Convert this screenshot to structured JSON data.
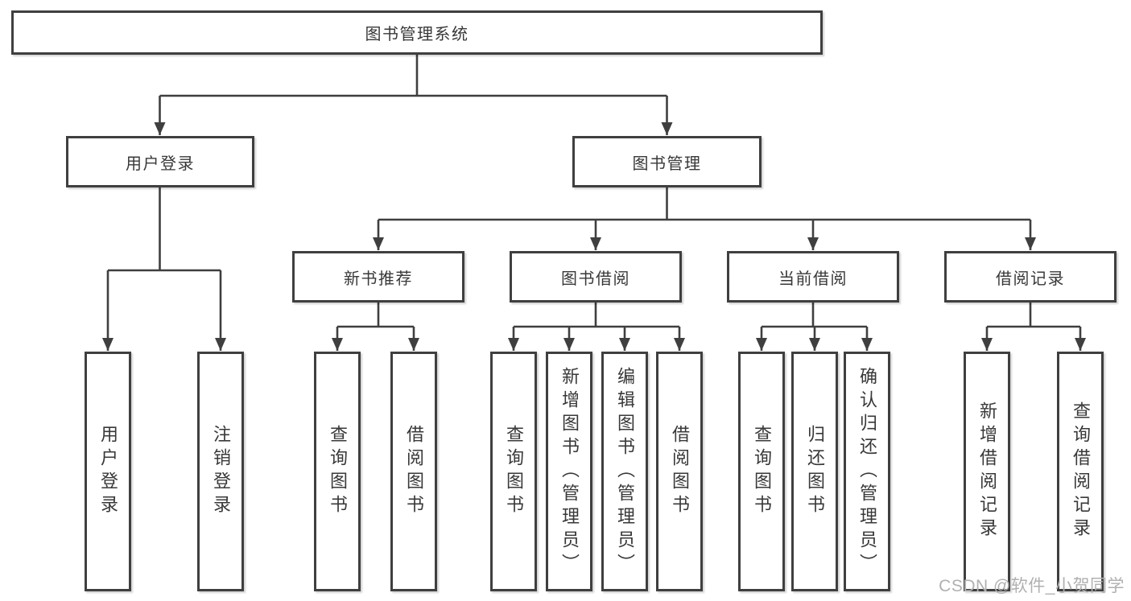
{
  "tree": {
    "root": {
      "label": "图书管理系统"
    },
    "level2": [
      {
        "label": "用户登录",
        "leaves": [
          {
            "label": "用户登录"
          },
          {
            "label": "注销登录"
          }
        ]
      },
      {
        "label": "图书管理",
        "groups": [
          {
            "label": "新书推荐",
            "leaves": [
              {
                "label": "查询图书"
              },
              {
                "label": "借阅图书"
              }
            ]
          },
          {
            "label": "图书借阅",
            "leaves": [
              {
                "label": "查询图书"
              },
              {
                "label": "新增图书（管理员）"
              },
              {
                "label": "编辑图书（管理员）"
              },
              {
                "label": "借阅图书"
              }
            ]
          },
          {
            "label": "当前借阅",
            "leaves": [
              {
                "label": "查询图书"
              },
              {
                "label": "归还图书"
              },
              {
                "label": "确认归还（管理员）"
              }
            ]
          },
          {
            "label": "借阅记录",
            "leaves": [
              {
                "label": "新增借阅记录"
              },
              {
                "label": "查询借阅记录"
              }
            ]
          }
        ]
      }
    ]
  },
  "watermark": {
    "text": "CSDN @软件_小贺同学"
  },
  "colors": {
    "line": "#3f3f3f",
    "text": "#383838",
    "watermark": "#b0b0b0",
    "background": "#ffffff"
  }
}
